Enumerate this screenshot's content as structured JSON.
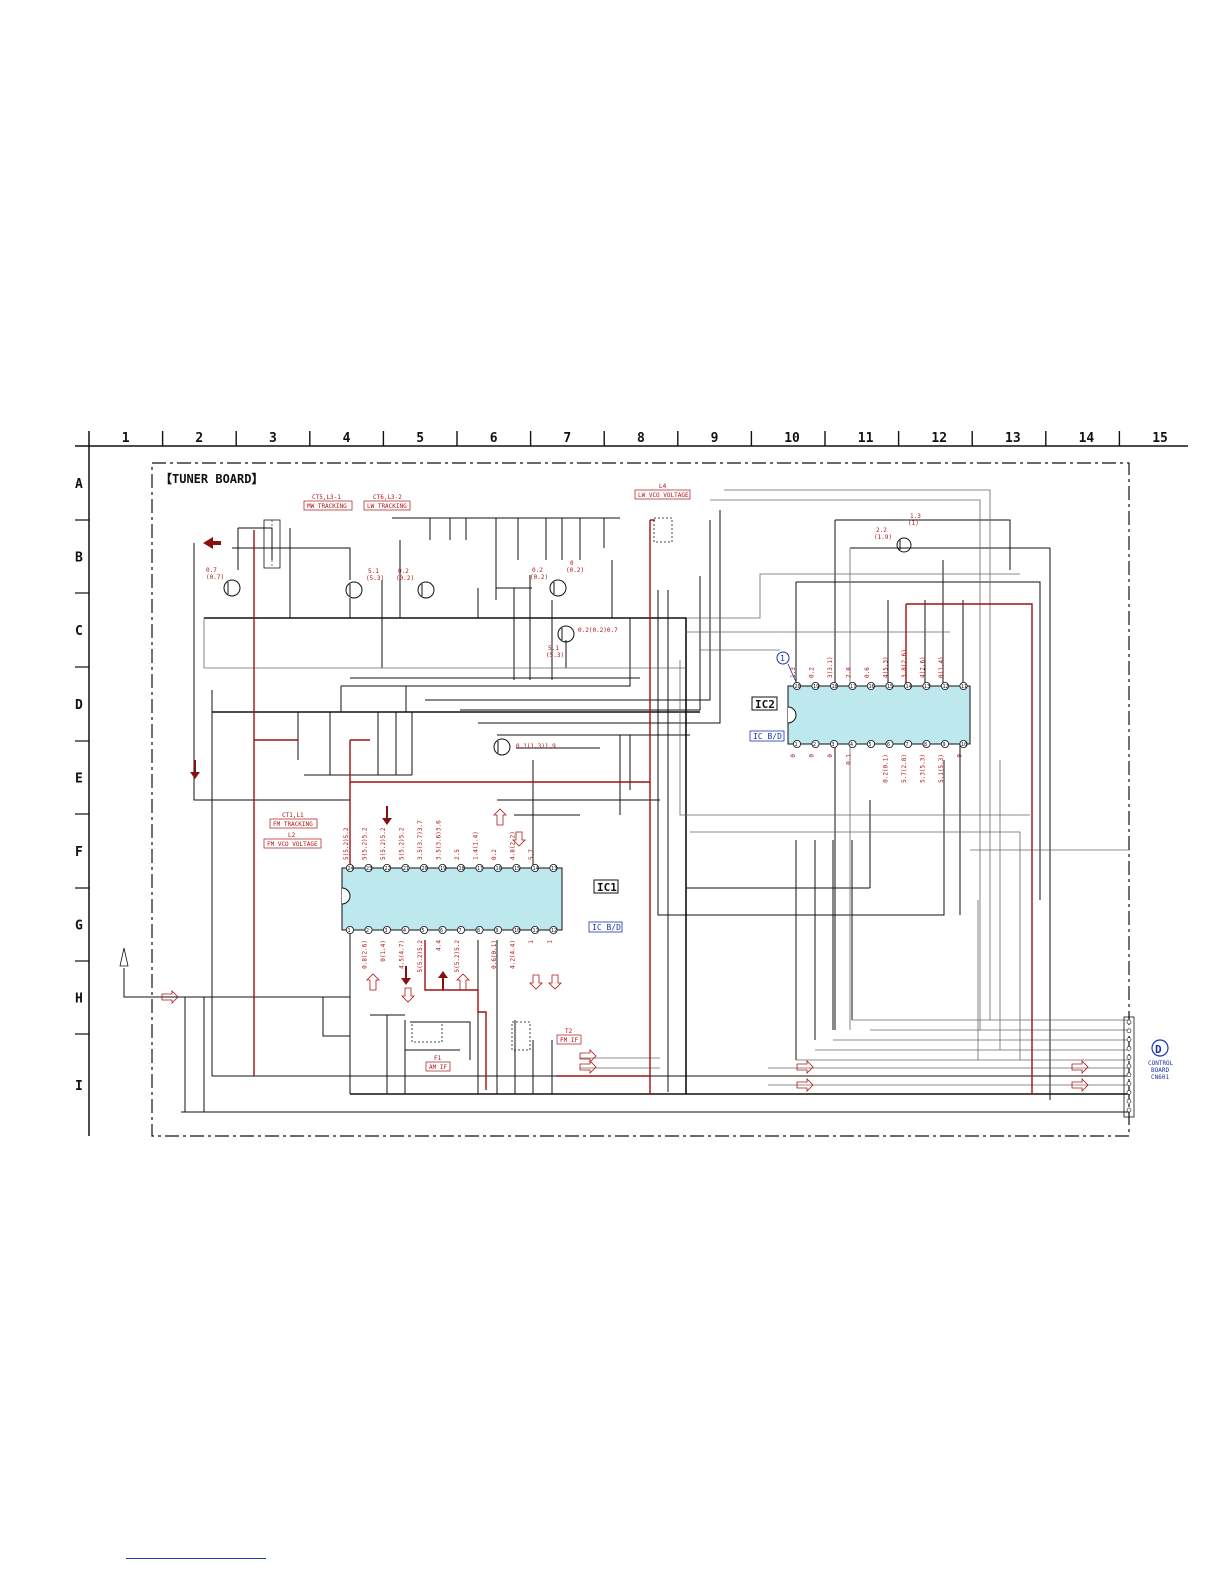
{
  "board_title": "【TUNER BOARD】",
  "columns": [
    "1",
    "2",
    "3",
    "4",
    "5",
    "6",
    "7",
    "8",
    "9",
    "10",
    "11",
    "12",
    "13",
    "14",
    "15"
  ],
  "rows": [
    "A",
    "B",
    "C",
    "D",
    "E",
    "F",
    "G",
    "H",
    "I"
  ],
  "ic1": {
    "label": "IC1",
    "tag": "IC B/D"
  },
  "ic2": {
    "label": "IC2",
    "tag": "IC B/D"
  },
  "pin_marker": "1",
  "tracking_labels": [
    {
      "ref": "CT5,L3-1",
      "text": "MW TRACKING"
    },
    {
      "ref": "CT6,L3-2",
      "text": "LW TRACKING"
    },
    {
      "ref": "L4",
      "text": "LW VCO VOLTAGE"
    },
    {
      "ref": "CT1,L1",
      "text": "FM TRACKING"
    },
    {
      "ref": "L2",
      "text": "FM VCO VOLTAGE"
    },
    {
      "ref": "F1",
      "text": "AM IF"
    },
    {
      "ref": "T2",
      "text": "FM IF"
    }
  ],
  "transistor_voltages": [
    {
      "id": "q1",
      "text": "0.7",
      "sub": "(0.7)"
    },
    {
      "id": "q2",
      "text": "5.1",
      "sub": "(5.3)"
    },
    {
      "id": "q3",
      "text": "0.2",
      "sub": "(0.2)"
    },
    {
      "id": "q4",
      "text": "0.2",
      "sub": "(0.2)"
    },
    {
      "id": "q5",
      "text": "0",
      "sub": "(0.2)"
    },
    {
      "id": "q6",
      "text": "0.2(0.2)0.7"
    },
    {
      "id": "q7",
      "text": "5.1",
      "sub": "(5.3)"
    },
    {
      "id": "q8",
      "text": "0.1(1.3)1.9"
    },
    {
      "id": "q9",
      "text": "2.2",
      "sub": "(1.9)"
    },
    {
      "id": "q10",
      "text": "1.3",
      "sub": "(1)"
    }
  ],
  "ic1_top_pins": [
    "24",
    "23",
    "22",
    "21",
    "20",
    "19",
    "18",
    "17",
    "16",
    "15",
    "14",
    "13"
  ],
  "ic1_top_volts": [
    "5(5.2)5.2",
    "5(5.2)5.2",
    "5(5.2)5.2",
    "5(5.2)5.2",
    "3.5(3.7)3.7",
    "3.5(3.6)3.6",
    "2.5",
    "1.4(1.4)",
    "0.2",
    "4.8(2.2)",
    "5.7",
    ""
  ],
  "ic1_bottom_pins": [
    "1",
    "2",
    "3",
    "4",
    "5",
    "6",
    "7",
    "8",
    "9",
    "10",
    "11",
    "12"
  ],
  "ic1_bottom_volts": [
    "",
    "0.8(2.6)",
    "0(1.4)",
    "4.5(4.7)",
    "5(5.2)5.2",
    "4.4",
    "5(5.2)5.2",
    "",
    "0.6(0.1)",
    "4.2(4.4)",
    "1",
    "1"
  ],
  "ic2_top_pins": [
    "20",
    "19",
    "18",
    "17",
    "16",
    "15",
    "14",
    "13",
    "12",
    "11"
  ],
  "ic2_top_volts": [
    "1.3",
    "0.2",
    "3(3.1)",
    "2.8",
    "0.6",
    "4(5.3)",
    "3.8(2.6)",
    "4(2.6)",
    "0(1.4)",
    ""
  ],
  "ic2_bottom_pins": [
    "1",
    "2",
    "3",
    "4",
    "5",
    "6",
    "7",
    "8",
    "9",
    "10"
  ],
  "ic2_bottom_volts": [
    "0",
    "0",
    "0",
    "0.1",
    "",
    "0.2(0.1)",
    "5.7(2.8)",
    "5.3(5.3)",
    "5.1(5.3)",
    "0"
  ],
  "connector": {
    "letter": "D",
    "line1": "CONTROL",
    "line2": "BOARD",
    "line3": "CN601"
  },
  "colors": {
    "red": "#a01010",
    "blue": "#1a33b0",
    "ic_fill": "#bde8ee",
    "wire": "#111111"
  }
}
